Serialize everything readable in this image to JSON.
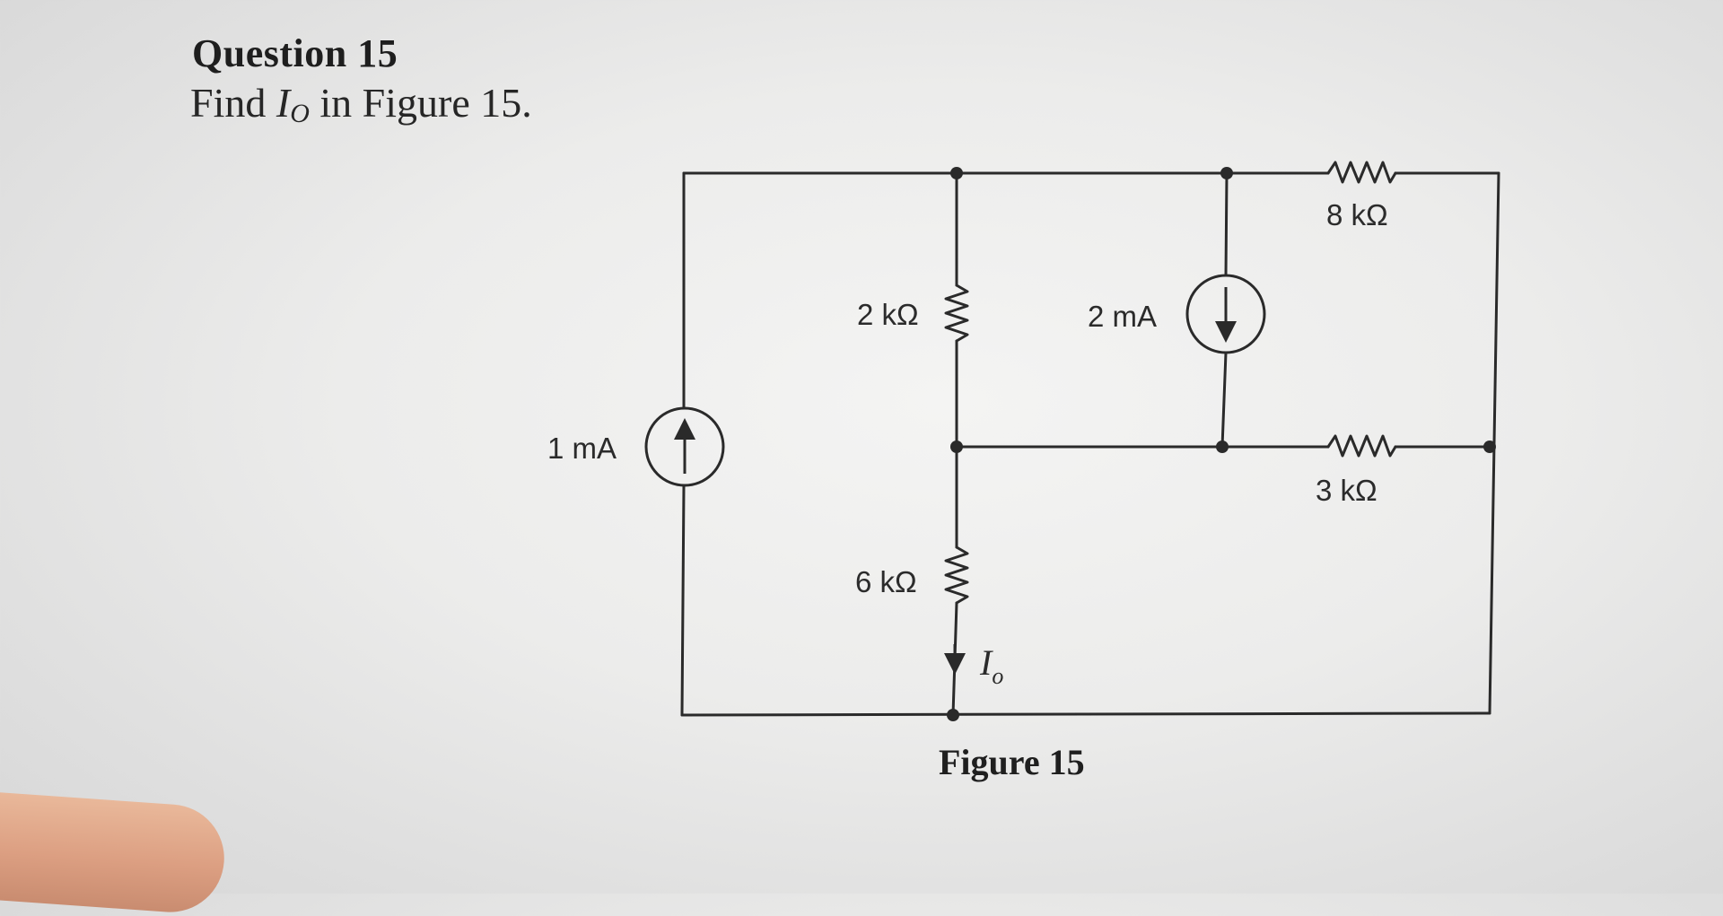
{
  "question": {
    "title": "Question 15",
    "prompt_prefix": "Find ",
    "variable": "I",
    "variable_sub": "O",
    "prompt_suffix": " in Figure 15."
  },
  "figure": {
    "caption": "Figure 15",
    "labels": {
      "source_1": "1 mA",
      "source_2": "2 mA",
      "r_2k": "2 kΩ",
      "r_6k": "6 kΩ",
      "r_8k": "8 kΩ",
      "r_3k": "3 kΩ",
      "current_var": "I",
      "current_sub": "o"
    }
  },
  "colors": {
    "wire": "#2a2a2a",
    "paper": "#ececeb"
  }
}
